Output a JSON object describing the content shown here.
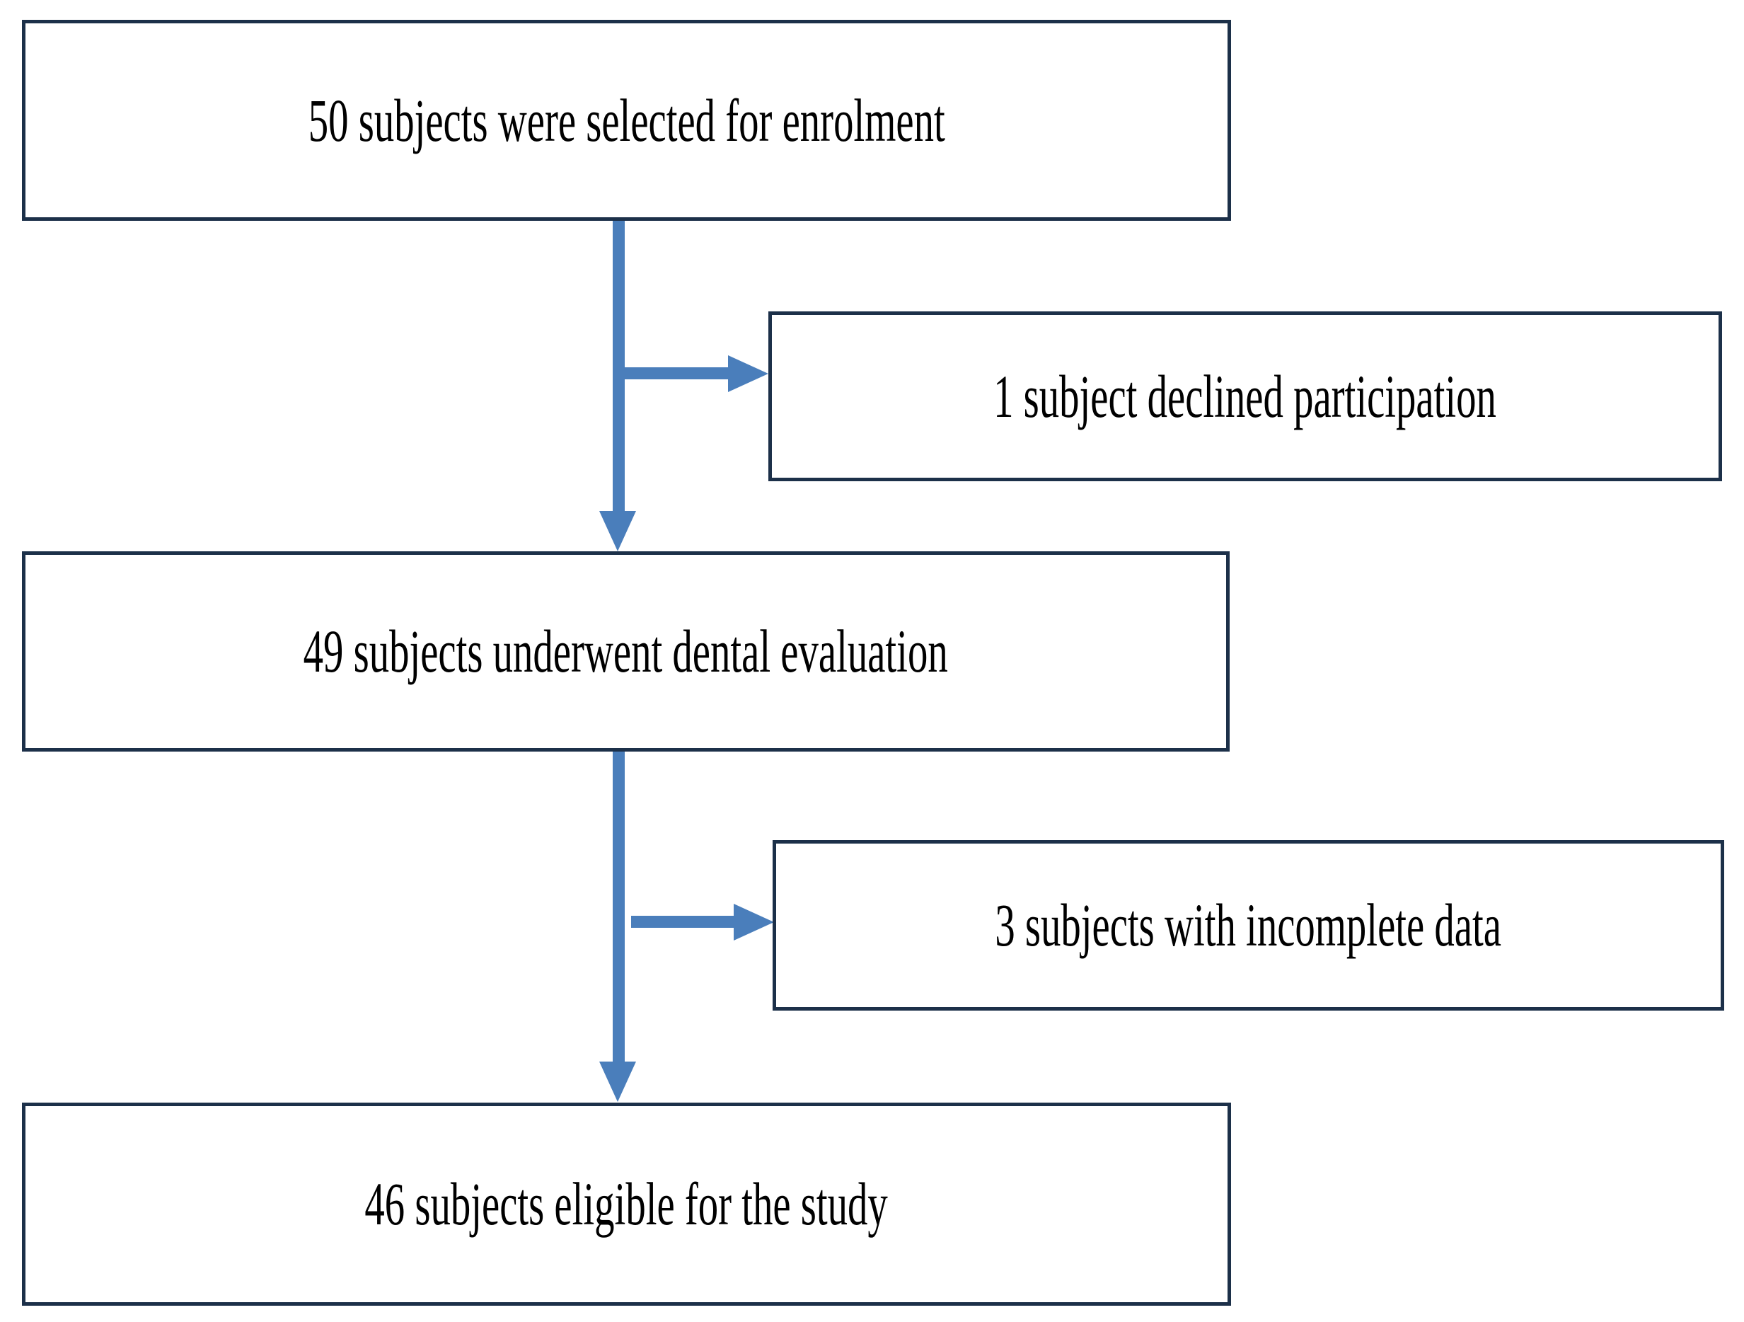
{
  "figure": {
    "type": "flowchart",
    "title": "Subject enrolment flow diagram",
    "orientation": "vertical",
    "colors": {
      "box_border": "#1c3049",
      "box_fill": "#ffffff",
      "connector": "#4a7ebb",
      "text": "#000000",
      "background": "#ffffff"
    }
  },
  "nodes": {
    "enrolment": {
      "id": "enrolment",
      "label": "50 subjects were selected for enrolment",
      "count": 50,
      "stage": "main"
    },
    "declined": {
      "id": "declined",
      "label": "1 subject declined participation",
      "count": 1,
      "stage": "exclusion"
    },
    "evaluation": {
      "id": "evaluation",
      "label": "49 subjects underwent dental evaluation",
      "count": 49,
      "stage": "main"
    },
    "incomplete": {
      "id": "incomplete",
      "label": "3 subjects with incomplete data",
      "count": 3,
      "stage": "exclusion"
    },
    "eligible": {
      "id": "eligible",
      "label": "46 subjects eligible for the study",
      "count": 46,
      "stage": "main"
    }
  },
  "edges": [
    {
      "from": "enrolment",
      "to": "evaluation",
      "direction": "down"
    },
    {
      "from": "enrolment",
      "to": "declined",
      "direction": "right"
    },
    {
      "from": "evaluation",
      "to": "eligible",
      "direction": "down"
    },
    {
      "from": "evaluation",
      "to": "incomplete",
      "direction": "right"
    }
  ]
}
